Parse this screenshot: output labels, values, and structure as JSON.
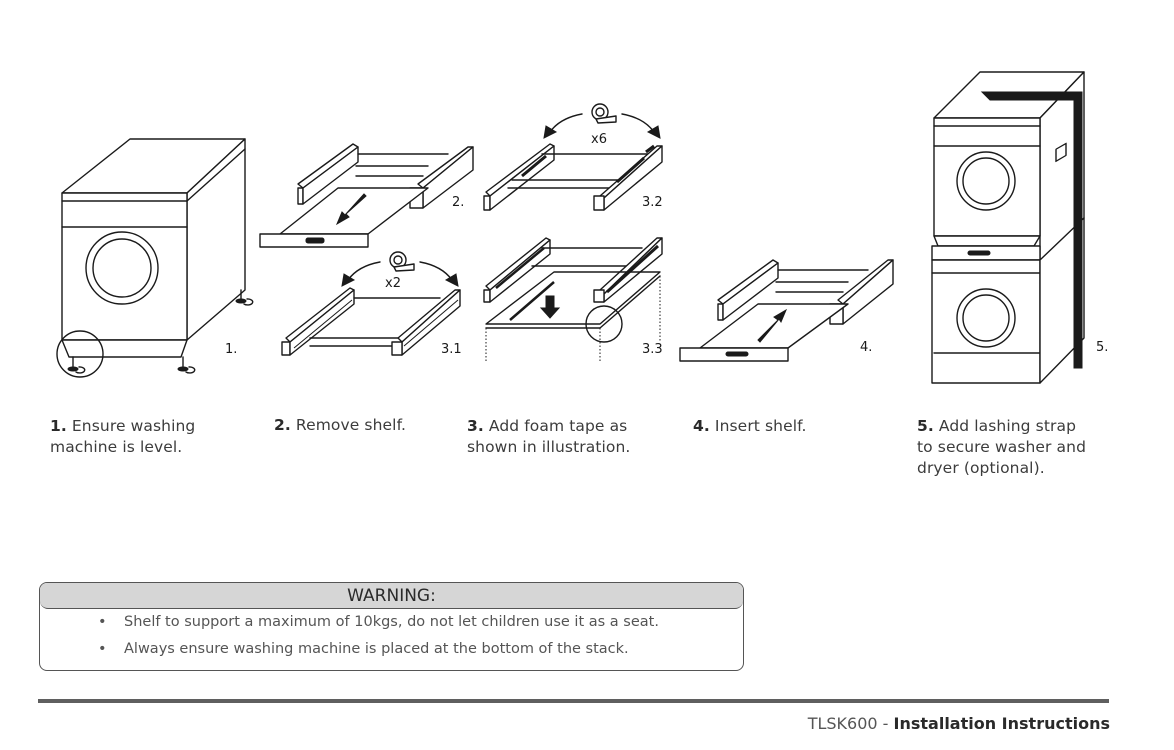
{
  "figures": [
    {
      "id": "1",
      "label": "1."
    },
    {
      "id": "2",
      "label": "2."
    },
    {
      "id": "3.1",
      "label": "3.1",
      "multiplier": "x2"
    },
    {
      "id": "3.2",
      "label": "3.2",
      "multiplier": "x6"
    },
    {
      "id": "3.3",
      "label": "3.3"
    },
    {
      "id": "4",
      "label": "4."
    },
    {
      "id": "5",
      "label": "5."
    }
  ],
  "steps": [
    {
      "number": "1.",
      "text": "Ensure washing",
      "text2": "machine is level."
    },
    {
      "number": "2.",
      "text": "Remove shelf."
    },
    {
      "number": "3.",
      "text": "Add foam tape as",
      "text2": "shown in illustration."
    },
    {
      "number": "4.",
      "text": "Insert shelf."
    },
    {
      "number": "5.",
      "text": "Add lashing strap",
      "text2": "to secure washer and",
      "text3": "dryer (optional)."
    }
  ],
  "warning": {
    "title": "WARNING:",
    "bullet": "•",
    "items": [
      "Shelf to support a maximum of 10kgs, do not let children use it as a seat.",
      "Always ensure washing machine is placed at the bottom of the stack."
    ]
  },
  "footer": {
    "model": "TLSK600",
    "separator": " - ",
    "title": "Installation Instructions"
  }
}
